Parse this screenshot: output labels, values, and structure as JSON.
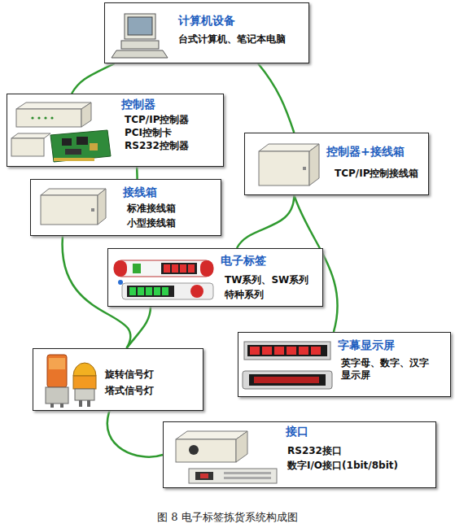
{
  "diagram": {
    "caption": "图 8 电子标签拣货系统构成图",
    "nodes": [
      {
        "text": [
          "计算机设备",
          "台式计算机、笔记本电脑"
        ]
      },
      {
        "text": [
          "控制器",
          "TCP/IP控制器",
          "PCI控制卡",
          "RS232控制器"
        ]
      },
      {
        "text": [
          "控制器+接线箱",
          "TCP/IP控制接线箱"
        ]
      },
      {
        "text": [
          "接线箱",
          "标准接线箱",
          "小型接线箱"
        ]
      },
      {
        "text": [
          "电子标签",
          "TW系列、SW系列",
          "特种系列"
        ]
      },
      {
        "text": [
          "字幕显示屏",
          "英字母、数字、汉字显示屏"
        ]
      },
      {
        "text": [
          "旋转信号灯",
          "塔式信号灯"
        ]
      },
      {
        "text": [
          "接口",
          "RS232接口",
          "数字I/O接口(1bit/8bit)"
        ]
      }
    ],
    "edges": [
      {
        "from": 0,
        "to": 1,
        "arrow": "none"
      },
      {
        "from": 0,
        "to": 2,
        "arrow": "none"
      },
      {
        "from": 1,
        "to": 3,
        "arrow": "none"
      },
      {
        "from": 3,
        "to": 6,
        "arrow": "none"
      },
      {
        "from": 4,
        "to": 6,
        "arrow": "none"
      },
      {
        "from": 2,
        "to": 4,
        "arrow": "none"
      },
      {
        "from": 2,
        "to": 5,
        "arrow": "none"
      },
      {
        "from": 6,
        "to": 7,
        "arrow": "none"
      }
    ]
  }
}
